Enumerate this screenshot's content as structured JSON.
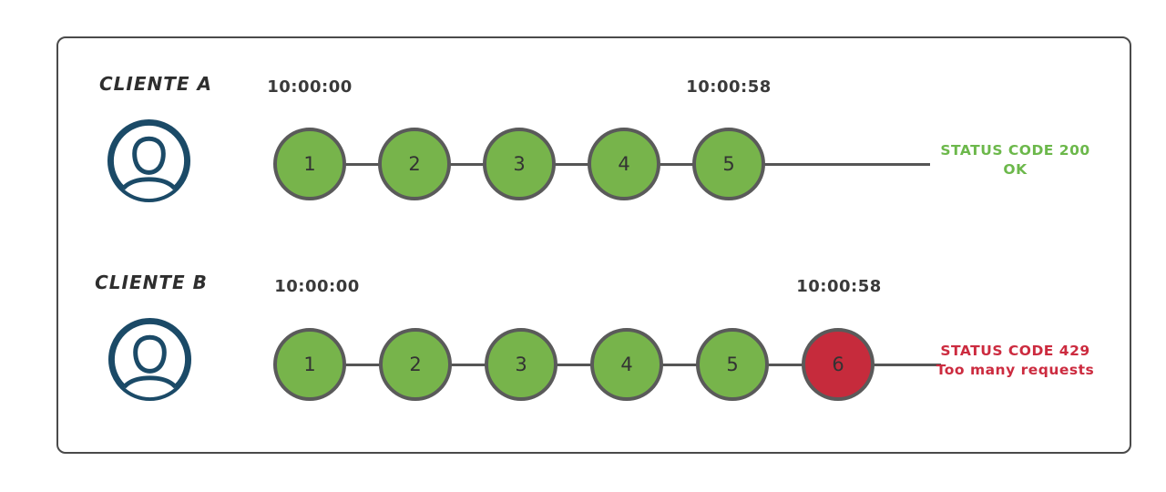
{
  "colors": {
    "request_ok": "#77b44b",
    "request_limited": "#c62b3c",
    "circle_border": "#5a5a5a",
    "line": "#555555",
    "avatar": "#1b4a67",
    "status_ok_text": "#6cb84b",
    "status_error_text": "#cc2b3f",
    "label_text": "#2e2e2e",
    "timestamp_text": "#3a3a3a",
    "number_text": "#333333",
    "frame_border": "#4a4a4a"
  },
  "clients": [
    {
      "name": "CLIENTE A",
      "start_time": "10:00:00",
      "end_time": "10:00:58",
      "requests": [
        {
          "label": "1",
          "status": "ok"
        },
        {
          "label": "2",
          "status": "ok"
        },
        {
          "label": "3",
          "status": "ok"
        },
        {
          "label": "4",
          "status": "ok"
        },
        {
          "label": "5",
          "status": "ok"
        }
      ],
      "status": {
        "line1": "STATUS CODE 200",
        "line2": "OK",
        "type": "ok"
      }
    },
    {
      "name": "CLIENTE B",
      "start_time": "10:00:00",
      "end_time": "10:00:58",
      "requests": [
        {
          "label": "1",
          "status": "ok"
        },
        {
          "label": "2",
          "status": "ok"
        },
        {
          "label": "3",
          "status": "ok"
        },
        {
          "label": "4",
          "status": "ok"
        },
        {
          "label": "5",
          "status": "ok"
        },
        {
          "label": "6",
          "status": "limited"
        }
      ],
      "status": {
        "line1": "STATUS CODE 429",
        "line2": "Too many requests",
        "type": "error"
      }
    }
  ]
}
